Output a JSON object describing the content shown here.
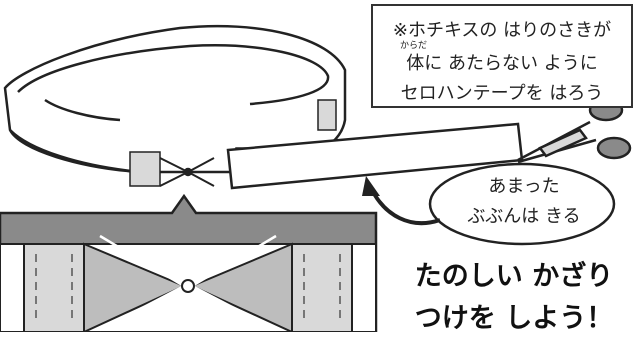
{
  "note": {
    "line1": "※ホチキスの はりのさきが",
    "ruby": "からだ",
    "line2": "体に あたらない ように",
    "line3": "セロハンテープを はろう"
  },
  "bubble": {
    "line1": "あまった",
    "line2": "ぶぶんは きる"
  },
  "slogan": {
    "line1": "たのしい かざり",
    "line2": "つけを しよう！"
  },
  "colors": {
    "ink": "#222222",
    "tape": "#d9d9d9",
    "panel": "#8a8a8a",
    "paper": "#ffffff"
  },
  "icons": [
    "scissors-icon",
    "paper-band",
    "stapled-band-closeup",
    "pointer-arrow"
  ]
}
